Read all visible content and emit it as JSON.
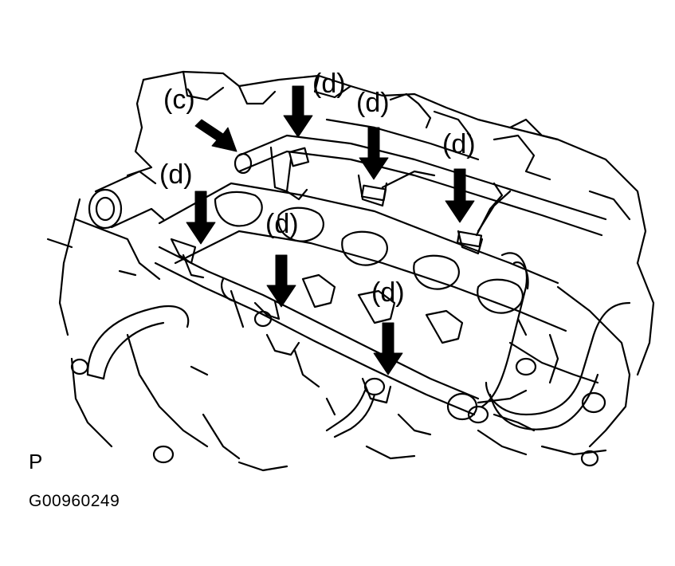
{
  "callouts": [
    {
      "id": "c",
      "text": "(c)"
    },
    {
      "id": "d1",
      "text": "(d)"
    },
    {
      "id": "d2",
      "text": "(d)"
    },
    {
      "id": "d3",
      "text": "(d)"
    },
    {
      "id": "d4",
      "text": "(d)"
    },
    {
      "id": "d5",
      "text": "(d)"
    },
    {
      "id": "d6",
      "text": "(d)"
    }
  ],
  "marker": "P",
  "figure_id": "G00960249"
}
